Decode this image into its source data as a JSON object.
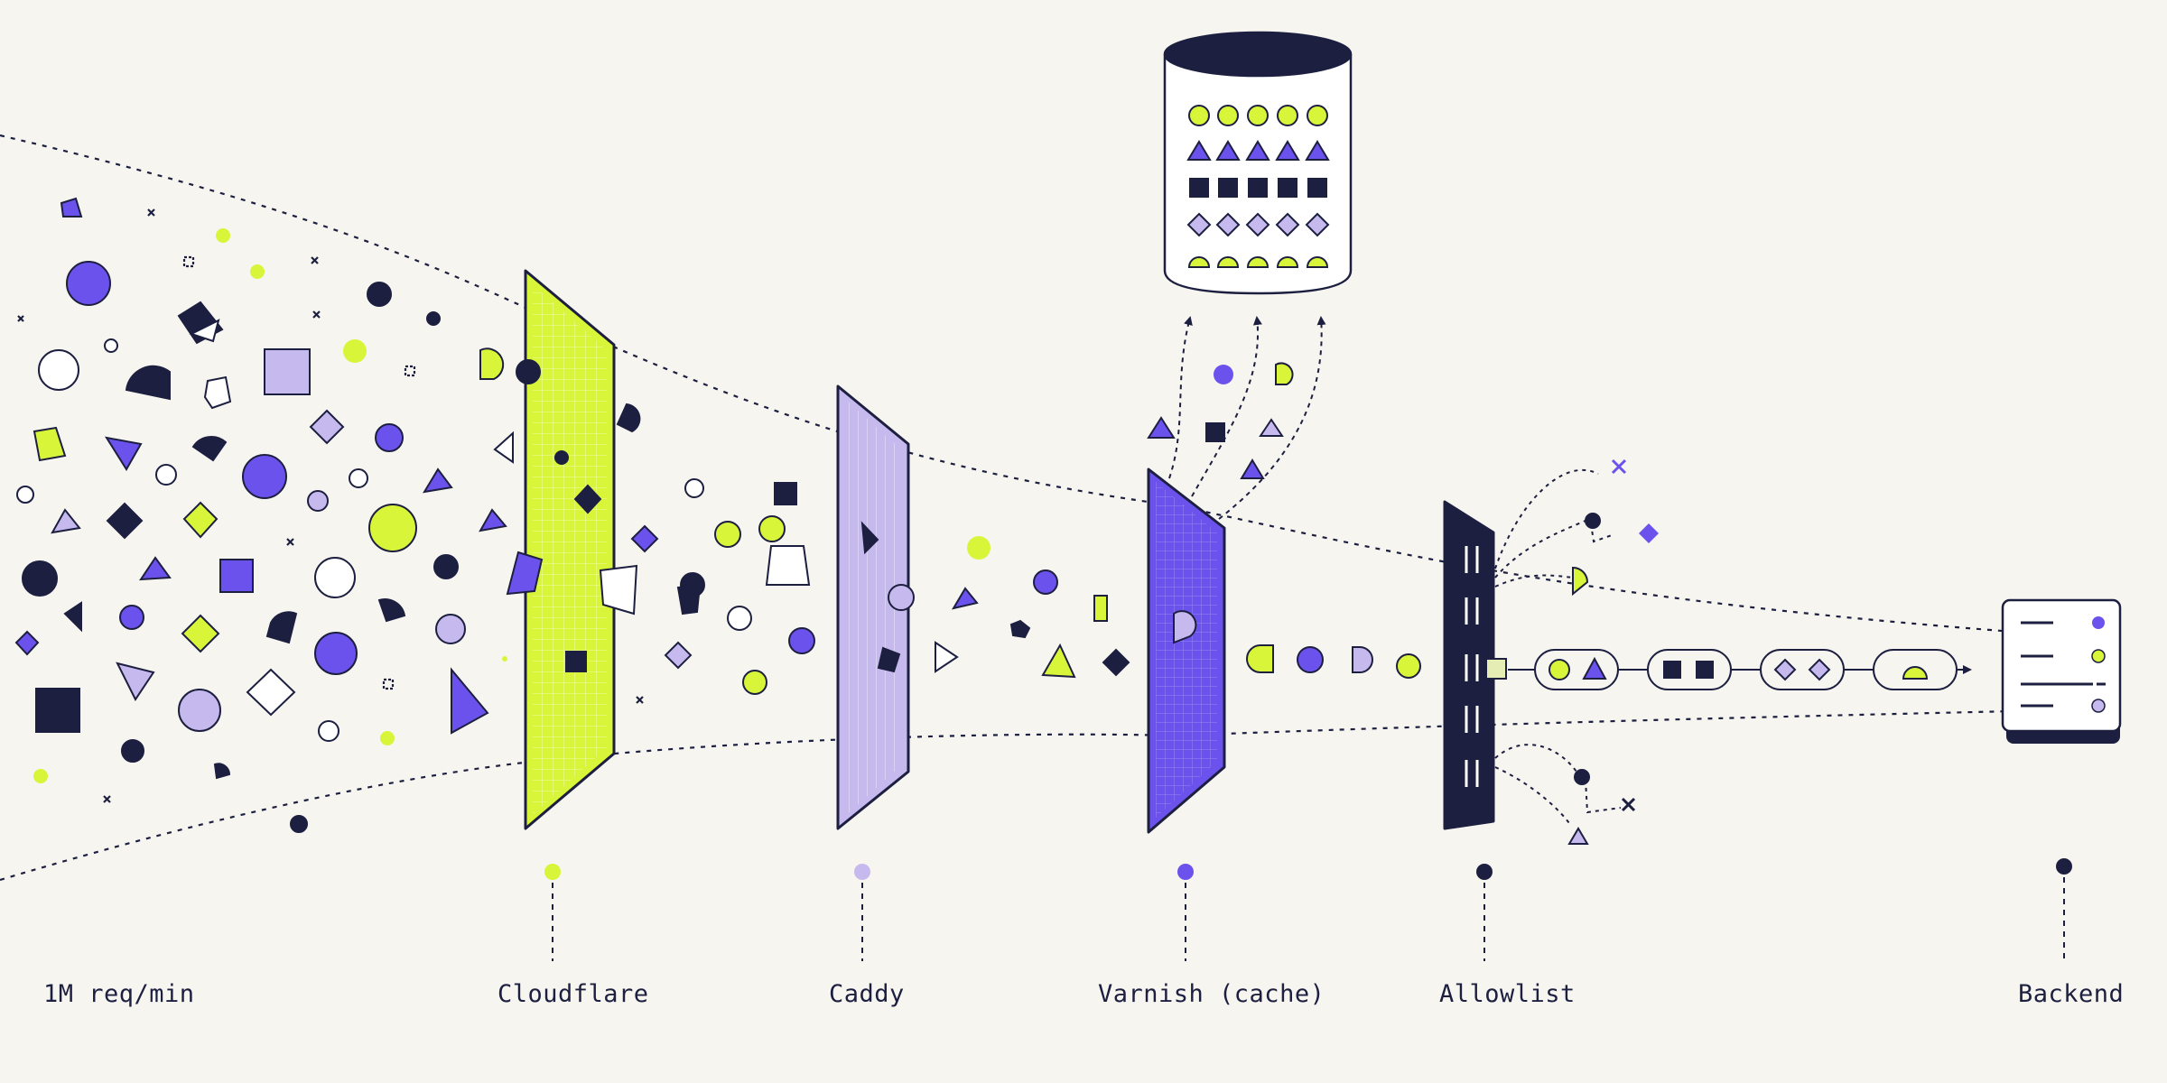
{
  "stages": [
    {
      "id": "source",
      "label": "1M req/min",
      "marker_color": ""
    },
    {
      "id": "cloudflare",
      "label": "Cloudflare",
      "marker_color": "#d9f53a"
    },
    {
      "id": "caddy",
      "label": "Caddy",
      "marker_color": "#c6b9ee"
    },
    {
      "id": "varnish",
      "label": "Varnish (cache)",
      "marker_color": "#6b52ec"
    },
    {
      "id": "allowlist",
      "label": "Allowlist",
      "marker_color": "#1c1f3f"
    },
    {
      "id": "backend",
      "label": "Backend",
      "marker_color": "#1c1f3f"
    }
  ],
  "colors": {
    "navy": "#1c1f3f",
    "lime": "#d9f53a",
    "lavender": "#c6b9ee",
    "violet": "#6b52ec",
    "background": "#f7f5f0"
  },
  "cache_store": {
    "rows": [
      "circle",
      "triangle",
      "square",
      "diamond",
      "half-circle"
    ]
  },
  "allowed_batches": [
    [
      "circle",
      "triangle"
    ],
    [
      "square",
      "square"
    ],
    [
      "diamond",
      "diamond"
    ],
    [
      "half-circle"
    ]
  ]
}
